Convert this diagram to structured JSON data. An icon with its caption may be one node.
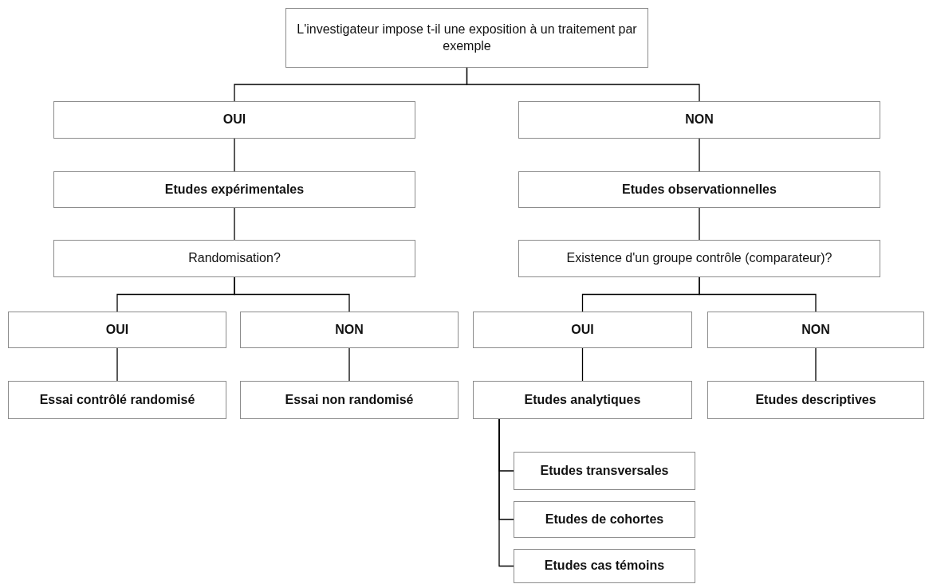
{
  "diagram": {
    "nodes": [
      {
        "text": [
          "L'investigateur impose t-il une exposition à un traitement par exemple"
        ]
      },
      {
        "text": [
          "OUI"
        ]
      },
      {
        "text": [
          "NON"
        ]
      },
      {
        "text": [
          "Etudes expérimentales"
        ]
      },
      {
        "text": [
          "Etudes observationnelles"
        ]
      },
      {
        "text": [
          "Randomisation?"
        ]
      },
      {
        "text": [
          "Existence d'un groupe contrôle (comparateur)?"
        ]
      },
      {
        "text": [
          "OUI"
        ]
      },
      {
        "text": [
          "NON"
        ]
      },
      {
        "text": [
          "OUI"
        ]
      },
      {
        "text": [
          "NON"
        ]
      },
      {
        "text": [
          "Essai contrôlé randomisé"
        ]
      },
      {
        "text": [
          "Essai non randomisé"
        ]
      },
      {
        "text": [
          "Etudes analytiques"
        ]
      },
      {
        "text": [
          "Etudes descriptives"
        ]
      },
      {
        "text": [
          "Etudes transversales"
        ]
      },
      {
        "text": [
          "Etudes de cohortes"
        ]
      },
      {
        "text": [
          "Etudes cas témoins"
        ]
      }
    ],
    "edges": [
      {
        "from": 0,
        "to": 1,
        "arrow": "none"
      },
      {
        "from": 0,
        "to": 2,
        "arrow": "none"
      },
      {
        "from": 1,
        "to": 3,
        "arrow": "none"
      },
      {
        "from": 2,
        "to": 4,
        "arrow": "none"
      },
      {
        "from": 3,
        "to": 5,
        "arrow": "none"
      },
      {
        "from": 4,
        "to": 6,
        "arrow": "none"
      },
      {
        "from": 5,
        "to": 7,
        "arrow": "none"
      },
      {
        "from": 5,
        "to": 8,
        "arrow": "none"
      },
      {
        "from": 6,
        "to": 9,
        "arrow": "none"
      },
      {
        "from": 6,
        "to": 10,
        "arrow": "none"
      },
      {
        "from": 7,
        "to": 11,
        "arrow": "none"
      },
      {
        "from": 8,
        "to": 12,
        "arrow": "none"
      },
      {
        "from": 9,
        "to": 13,
        "arrow": "none"
      },
      {
        "from": 10,
        "to": 14,
        "arrow": "none"
      },
      {
        "from": 13,
        "to": 15,
        "arrow": "none"
      },
      {
        "from": 13,
        "to": 16,
        "arrow": "none"
      },
      {
        "from": 13,
        "to": 17,
        "arrow": "none"
      }
    ]
  }
}
